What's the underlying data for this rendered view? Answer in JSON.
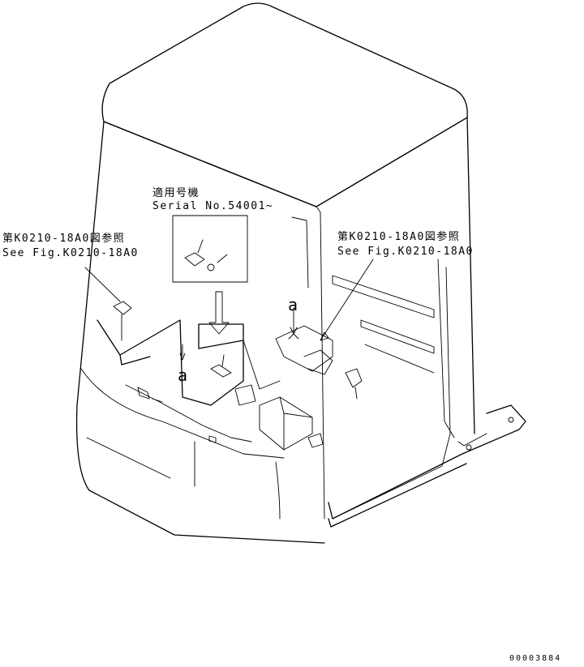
{
  "callouts": {
    "applicable_jp": "適用号機",
    "serial": "Serial No.54001~",
    "left_ref_jp": "第K0210-18A0図参照",
    "left_ref_en": "See Fig.K0210-18A0",
    "right_ref_jp": "第K0210-18A0図参照",
    "right_ref_en": "See Fig.K0210-18A0",
    "view_marker_top": "a",
    "view_marker_left": "a"
  },
  "footer": {
    "figure_number": "00003884"
  }
}
